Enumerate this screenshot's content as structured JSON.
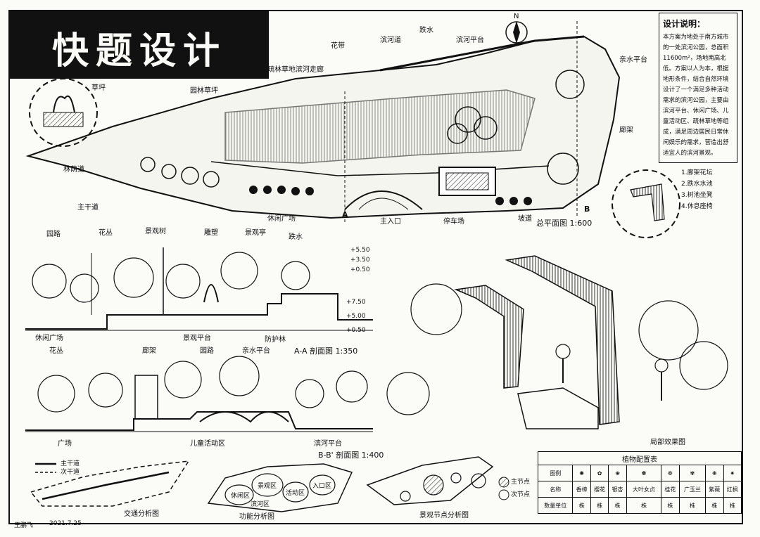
{
  "banner": {
    "title": "快题设计"
  },
  "north": {
    "label": "N"
  },
  "plan": {
    "labels": {
      "flower_view": "花带",
      "bund_road": "滨河道",
      "drop_pavilion": "跌水",
      "river_platform": "滨河平台",
      "river_walk": "滨河走廊",
      "sunken_garden": "疏林草地",
      "park_grass": "园林草坪",
      "viewing": "亲水平台",
      "pavilion_top": "廊架",
      "plaza": "休闲广场",
      "entrance": "主入口",
      "parking": "停车场",
      "ramp": "坡道",
      "main_road": "主干道",
      "tree_lane": "林荫道",
      "lawn": "草坪"
    },
    "section_marks": {
      "a": "A",
      "b": "B"
    },
    "scale_title": "总平面图 1:600",
    "elev_marks": [
      "+5.50",
      "+3.50",
      "+0.50"
    ]
  },
  "notes": {
    "title": "设计说明：",
    "body": "本方案为地处于南方城市的一处滨河公园，总面积11600m²，场地南高北低。方案以人为本，根据地形条件，结合自然环境设计了一个满足多种活动需求的滨河公园，主要由滨河平台、休闲广场、儿童活动区、疏林草地等组成，满足周边居民日常休闲娱乐的需求，营造出舒适宜人的滨河景观。"
  },
  "detail_annotations": [
    "1.廊架花坛",
    "2.跌水水池",
    "3.树池坐凳",
    "4.休息座椅"
  ],
  "section_a": {
    "labels": [
      "园路",
      "花丛",
      "景观树",
      "雕塑",
      "景观亭",
      "跌水"
    ],
    "bottom_labels": [
      "休闲广场",
      "景观平台"
    ],
    "title": "A-A 剖面图 1:350",
    "heights": [
      "+7.50",
      "+5.00",
      "+0.50"
    ]
  },
  "section_b": {
    "labels": [
      "花丛",
      "廊架",
      "园路",
      "亲水平台",
      "防护林"
    ],
    "bottom_labels": [
      "广场",
      "儿童活动区",
      "滨河平台"
    ],
    "title": "B-B' 剖面图 1:400"
  },
  "analysis": {
    "traffic": {
      "title": "交通分析图",
      "legend": [
        "主干道",
        "次干道"
      ]
    },
    "function": {
      "title": "功能分析图",
      "zones": [
        "休闲区",
        "景观区",
        "活动区",
        "入口区",
        "滨河区"
      ]
    },
    "node": {
      "title": "景观节点分析图",
      "legend": [
        "主节点",
        "次节点"
      ]
    }
  },
  "perspective": {
    "label": "局部效果图"
  },
  "legend_table": {
    "title": "植物配置表",
    "row_head": [
      "图例",
      "名称",
      "数量单位"
    ],
    "names": [
      "香樟",
      "樱花",
      "银杏",
      "大叶女贞",
      "桂花",
      "广玉兰",
      "紫薇",
      "红枫"
    ],
    "units": [
      "株",
      "株",
      "株",
      "株",
      "株",
      "株",
      "株",
      "株"
    ]
  },
  "signature": {
    "name": "王鹏飞",
    "date": "2021.7.25"
  }
}
